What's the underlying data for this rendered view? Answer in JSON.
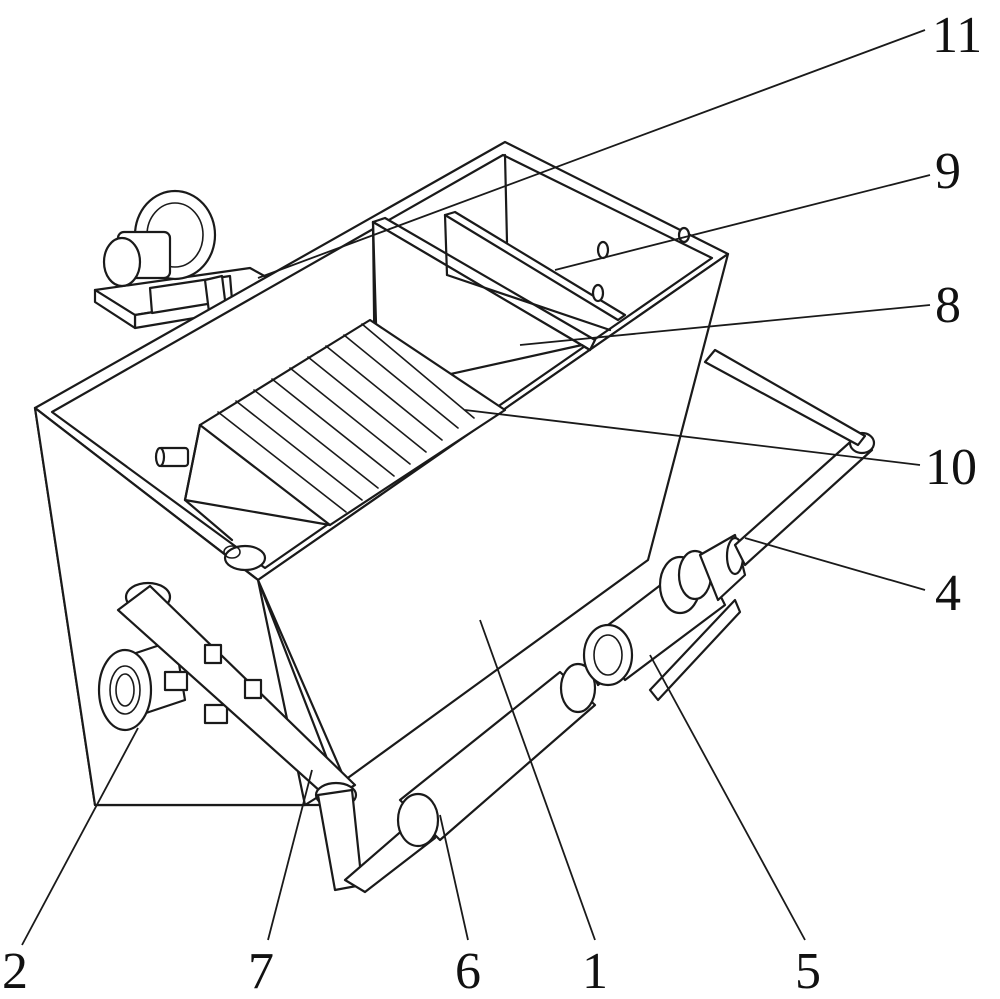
{
  "diagram": {
    "callouts": [
      {
        "id": "1",
        "label": "1"
      },
      {
        "id": "2",
        "label": "2"
      },
      {
        "id": "4",
        "label": "4"
      },
      {
        "id": "5",
        "label": "5"
      },
      {
        "id": "6",
        "label": "6"
      },
      {
        "id": "7",
        "label": "7"
      },
      {
        "id": "8",
        "label": "8"
      },
      {
        "id": "9",
        "label": "9"
      },
      {
        "id": "10",
        "label": "10"
      },
      {
        "id": "11",
        "label": "11"
      }
    ],
    "colors": {
      "line": "#1a1a1a",
      "background": "#ffffff"
    }
  }
}
